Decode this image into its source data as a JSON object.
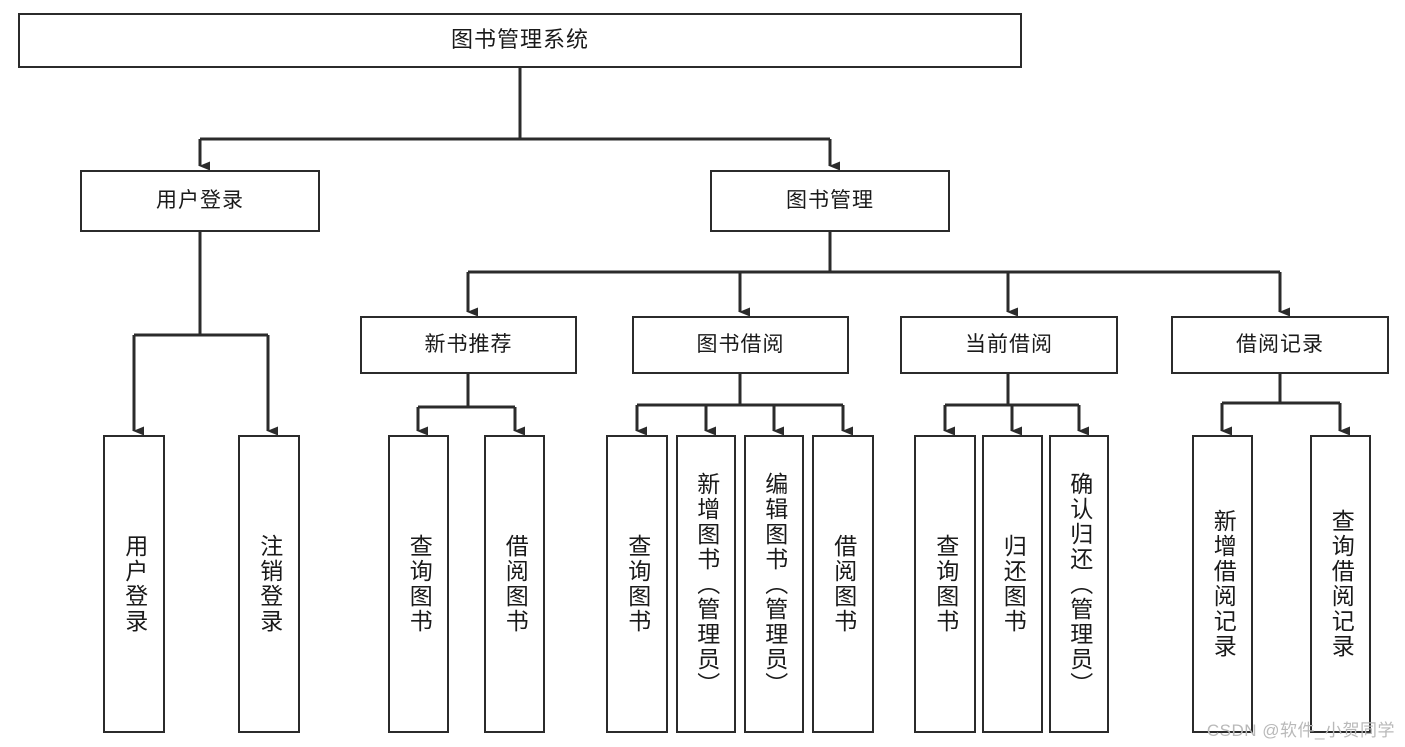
{
  "diagram": {
    "title": "图书管理系统",
    "type": "tree",
    "watermark": "CSDN @软件_小贺同学",
    "line_color": "#2b2b2b",
    "box_fill": "#ffffff",
    "text_color": "#1a1a1a",
    "levels": {
      "root": {
        "label": "图书管理系统"
      },
      "level1": [
        {
          "label": "用户登录"
        },
        {
          "label": "图书管理"
        }
      ],
      "level2": [
        {
          "label": "新书推荐"
        },
        {
          "label": "图书借阅"
        },
        {
          "label": "当前借阅"
        },
        {
          "label": "借阅记录"
        }
      ],
      "leaves": {
        "user_login": [
          {
            "label": "用户登录"
          },
          {
            "label": "注销登录"
          }
        ],
        "new_book_recommend": [
          {
            "label": "查询图书"
          },
          {
            "label": "借阅图书"
          }
        ],
        "book_borrow": [
          {
            "label": "查询图书"
          },
          {
            "label": "新增图书（管理员）"
          },
          {
            "label": "编辑图书（管理员）"
          },
          {
            "label": "借阅图书"
          }
        ],
        "current_borrow": [
          {
            "label": "查询图书"
          },
          {
            "label": "归还图书"
          },
          {
            "label": "确认归还（管理员）"
          }
        ],
        "borrow_record": [
          {
            "label": "新增借阅记录"
          },
          {
            "label": "查询借阅记录"
          }
        ]
      }
    }
  }
}
